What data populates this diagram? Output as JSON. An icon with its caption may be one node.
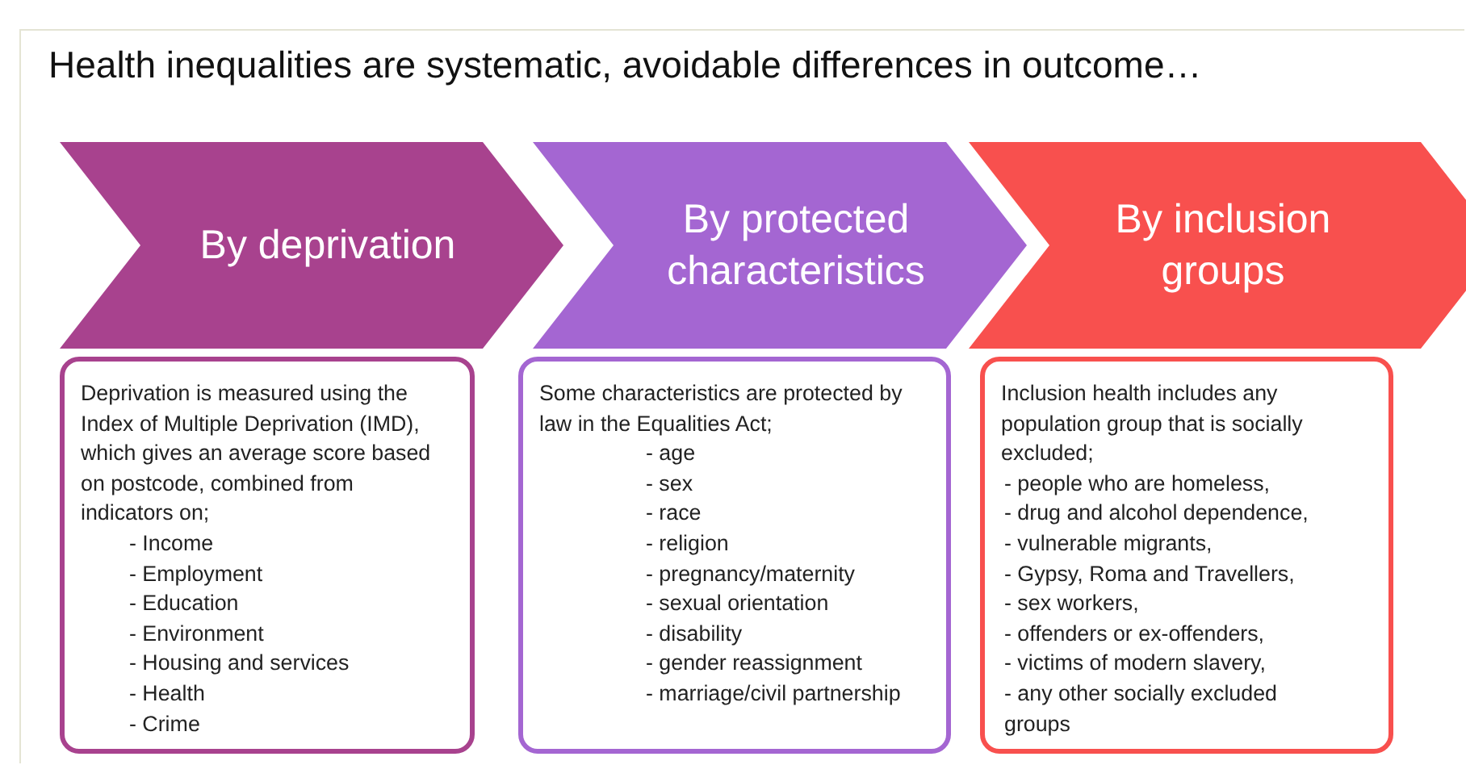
{
  "diagram": {
    "title": "Health inequalities are systematic, avoidable differences in outcome…",
    "nodes": [
      {
        "text": [
          "By deprivation"
        ]
      },
      {
        "text": [
          "By protected characteristics"
        ]
      },
      {
        "text": [
          "By inclusion groups"
        ]
      },
      {
        "text": [
          "Deprivation is measured using the Index of Multiple Deprivation (IMD), which gives an average score based on postcode, combined from indicators on;",
          "- Income",
          "- Employment",
          "- Education",
          "- Environment",
          "- Housing and services",
          "- Health",
          "- Crime"
        ]
      },
      {
        "text": [
          "Some characteristics are protected by law in the Equalities Act;",
          "- age",
          "- sex",
          "- race",
          "- religion",
          "- pregnancy/maternity",
          "- sexual orientation",
          "- disability",
          "- gender reassignment",
          "- marriage/civil partnership"
        ]
      },
      {
        "text": [
          "Inclusion health includes any population group that is socially excluded;",
          "- people who are homeless,",
          "- drug and alcohol dependence,",
          "- vulnerable migrants,",
          "- Gypsy, Roma and Travellers,",
          "- sex workers,",
          "- offenders or ex-offenders,",
          "- victims of modern slavery,",
          "- any other socially excluded groups"
        ]
      }
    ]
  }
}
